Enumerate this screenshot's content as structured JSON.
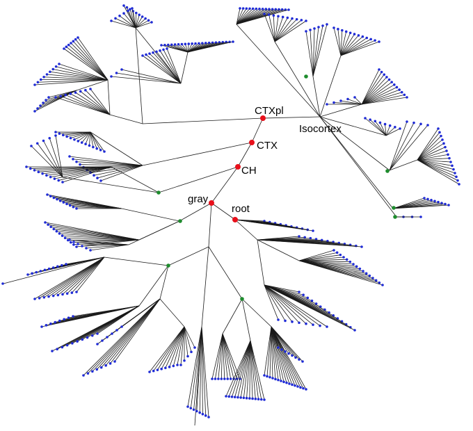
{
  "diagram": {
    "type": "radial-hierarchy-tree",
    "labels": {
      "ctxpl": "CTXpl",
      "isocortex": "Isocortex",
      "ctx": "CTX",
      "ch": "CH",
      "gray": "gray",
      "root": "root"
    },
    "colors": {
      "edge": "#1a1a1a",
      "leaf": "#1f2bd6",
      "labeled_node": "#e8101b",
      "internal_node": "#1e8c2d"
    }
  }
}
